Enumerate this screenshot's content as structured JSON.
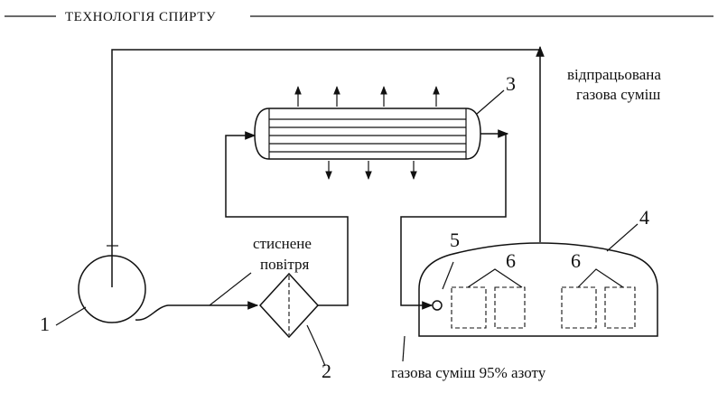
{
  "header": {
    "title": "ТЕХНОЛОГІЯ СПИРТУ"
  },
  "labels": {
    "exhaust_line1": "відпрацьована",
    "exhaust_line2": "газова суміш",
    "compressed_line1": "стиснене",
    "compressed_line2": "повітря",
    "nitrogen_mixture": "газова суміш 95% азоту"
  },
  "numbers": {
    "n1": "1",
    "n2": "2",
    "n3": "3",
    "n4": "4",
    "n5": "5",
    "n6a": "6",
    "n6b": "6"
  }
}
